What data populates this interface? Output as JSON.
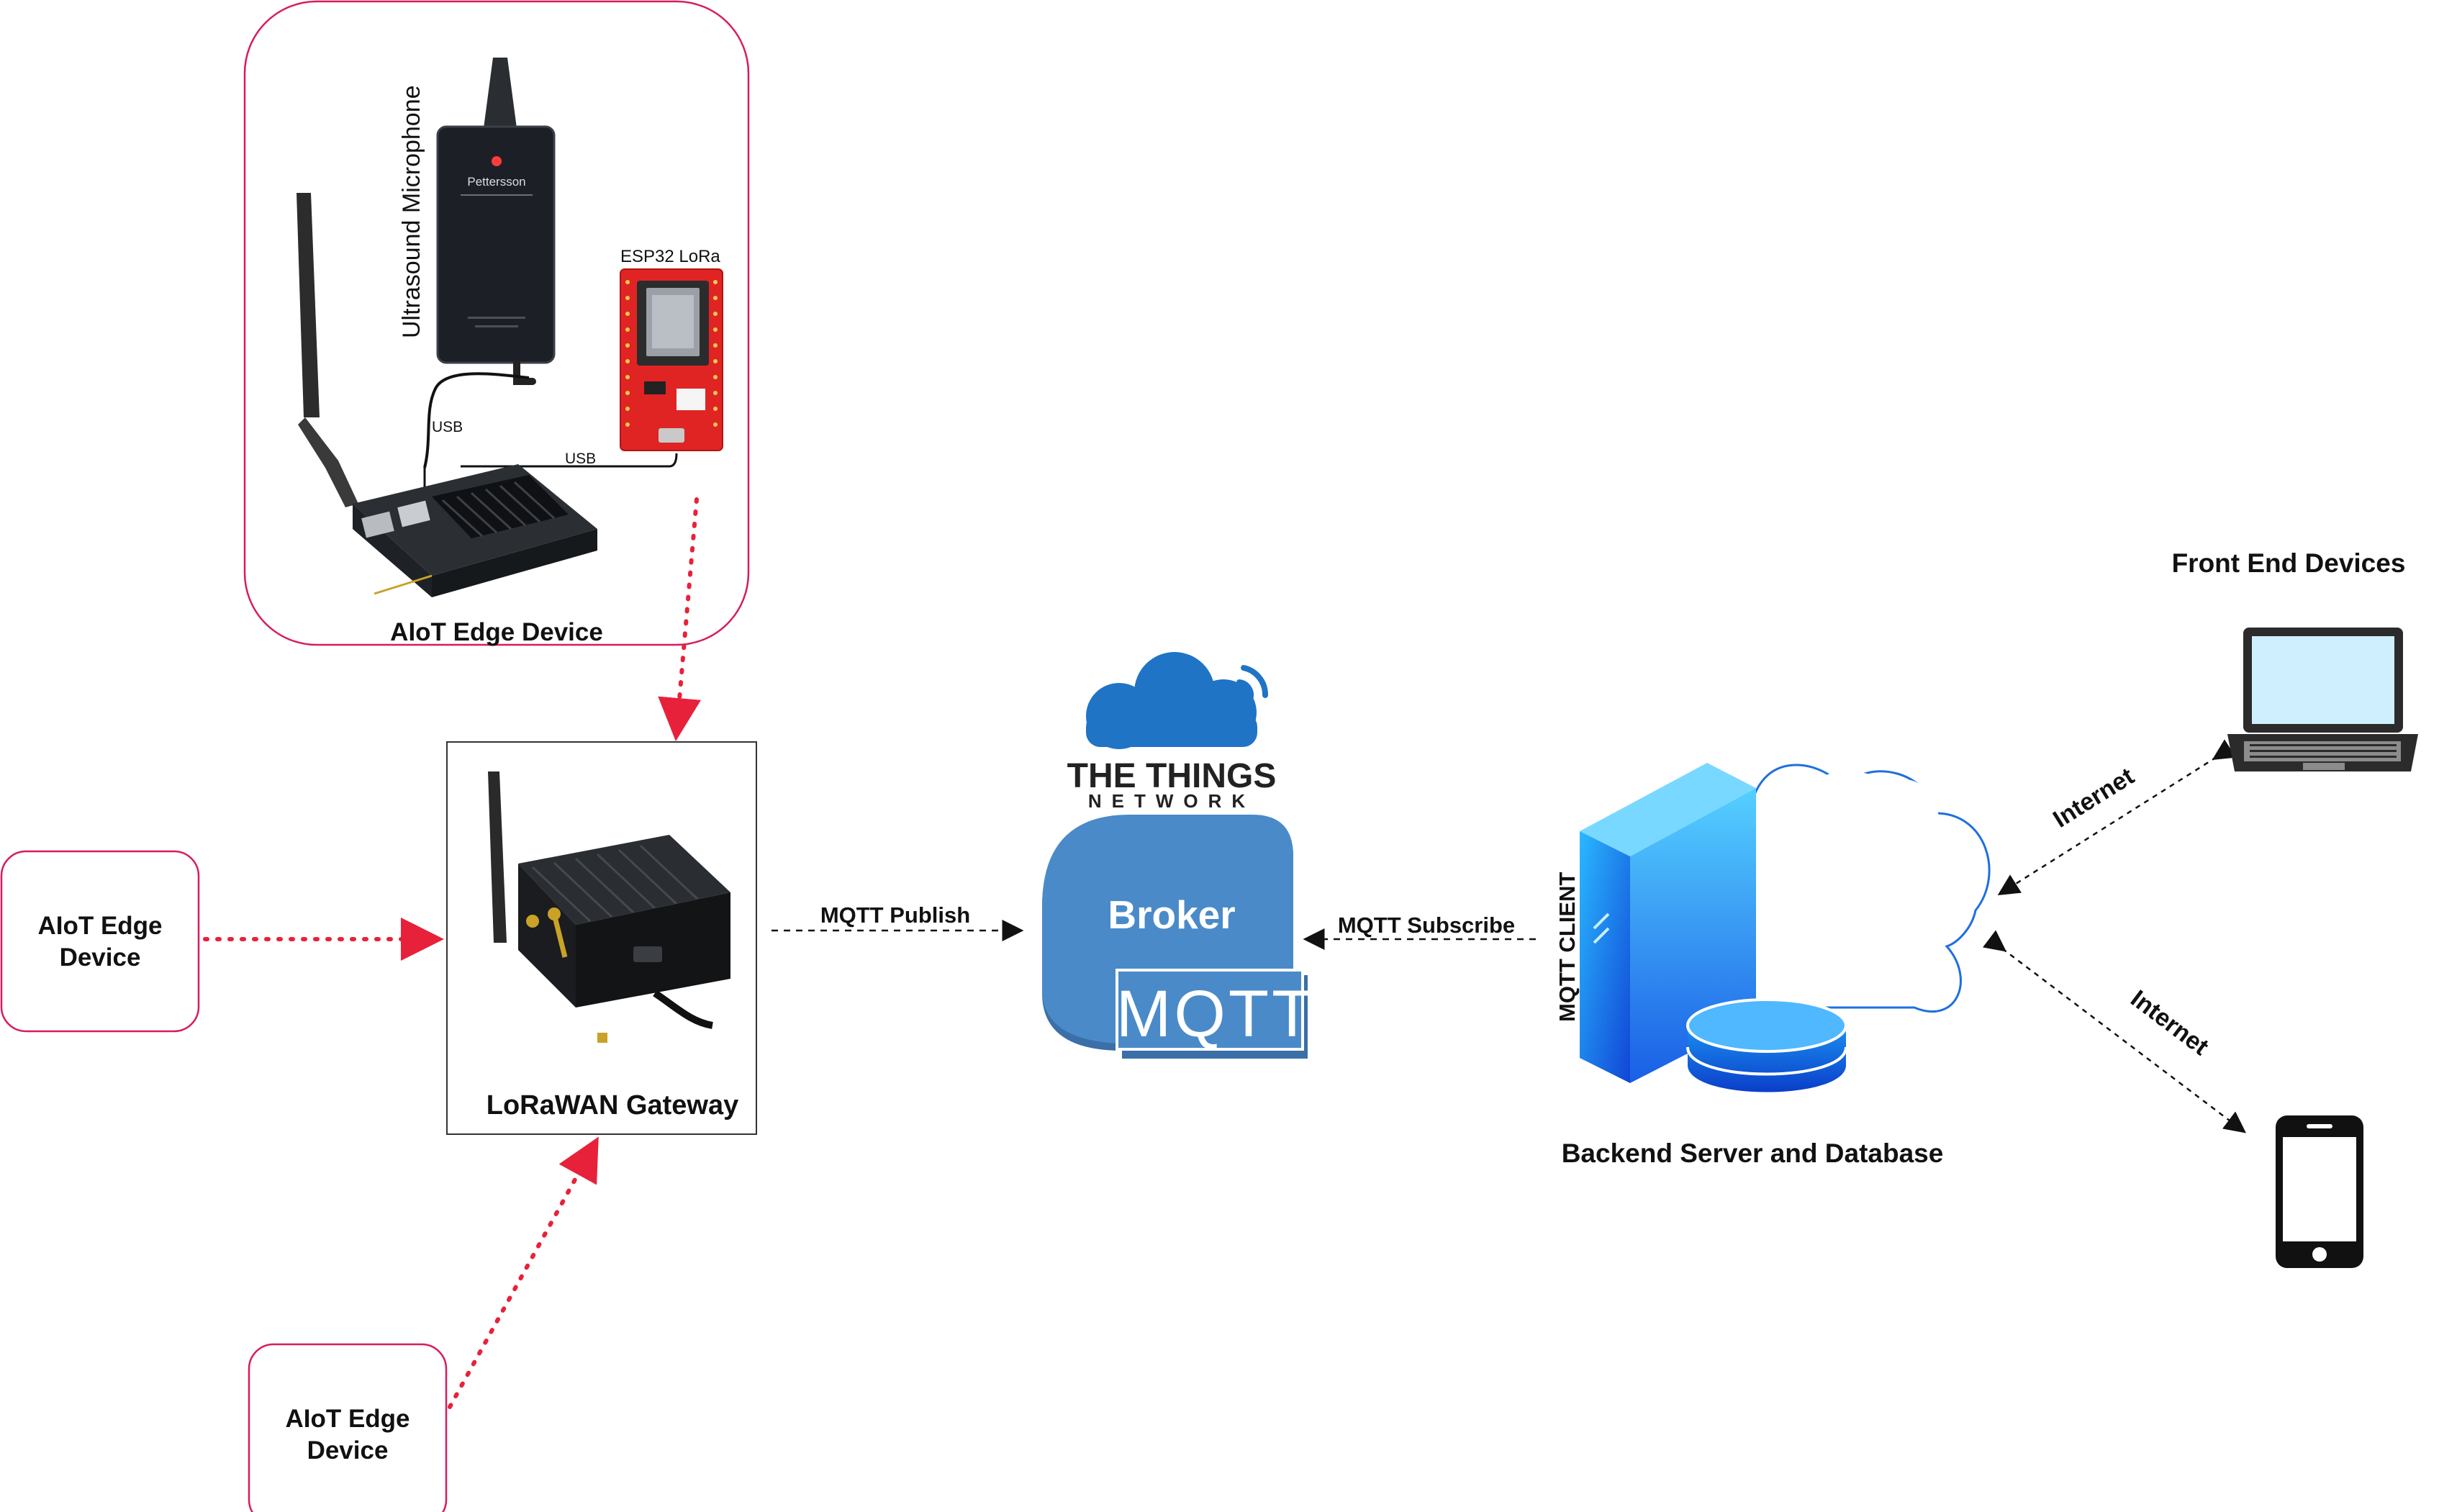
{
  "edge_device_main": {
    "label": "AIoT Edge Device",
    "mic_label": "Ultrasound Microphone",
    "mic_brand": "Pettersson",
    "esp_label": "ESP32 LoRa",
    "usb_label_1": "USB",
    "usb_label_2": "USB"
  },
  "edge_device_left": {
    "line1": "AIoT Edge",
    "line2": "Device"
  },
  "edge_device_bottom": {
    "line1": "AIoT Edge",
    "line2": "Device"
  },
  "gateway": {
    "label": "LoRaWAN Gateway"
  },
  "ttn": {
    "line1": "THE THINGS",
    "line2": "NETWORK"
  },
  "broker": {
    "label": "Broker",
    "mqtt_logo": "MQTT"
  },
  "arrows": {
    "publish": "MQTT Publish",
    "subscribe": "MQTT Subscribe",
    "internet_top": "Internet",
    "internet_bottom": "Internet"
  },
  "backend": {
    "label": "Backend Server and Database",
    "client_label": "MQTT CLIENT"
  },
  "frontend": {
    "label": "Front End Devices"
  },
  "colors": {
    "pink_border": "#d81b60",
    "red_dots": "#e8213a",
    "mqtt_blue": "#4a8ac9",
    "mqtt_dark": "#3a6fa8",
    "ttn_blue": "#1f74c5",
    "server_blue": "#1d6fe0",
    "laptop_screen": "#cfefff"
  },
  "icons": [
    "antenna-icon",
    "microphone-icon",
    "esp32-board-icon",
    "jetson-board-icon",
    "gateway-icon",
    "cloud-icon",
    "server-icon",
    "database-icon",
    "laptop-icon",
    "smartphone-icon"
  ]
}
